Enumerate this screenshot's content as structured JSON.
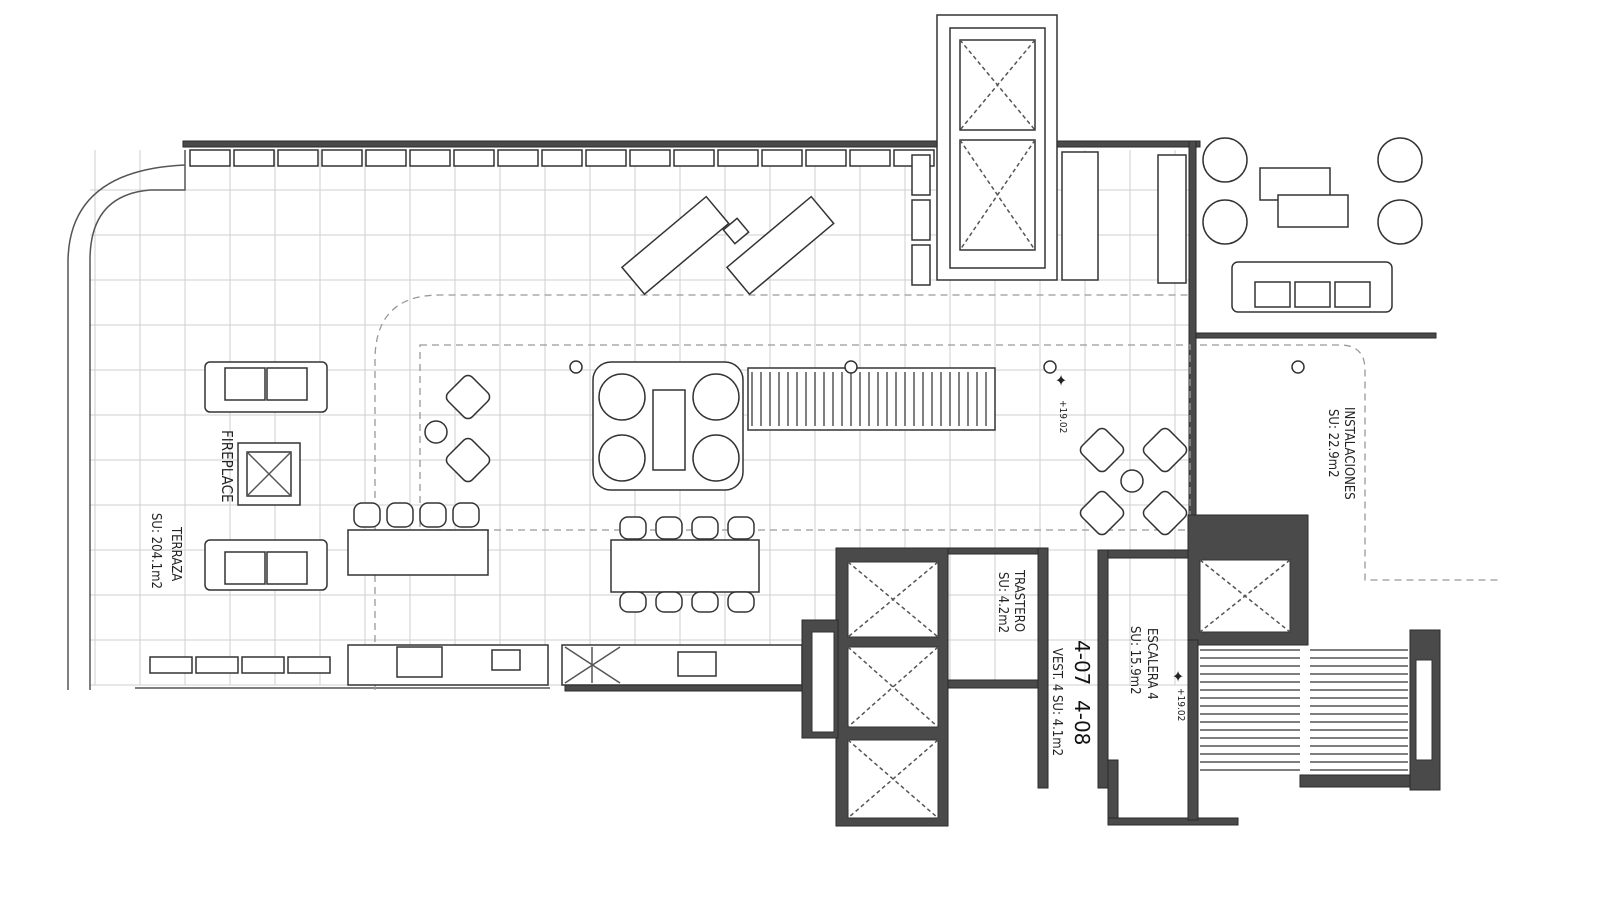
{
  "rooms": {
    "terraza": {
      "name": "TERRAZA",
      "area": "SU: 204.1m2"
    },
    "fireplace": {
      "name": "FIREPLACE"
    },
    "instalaciones": {
      "name": "INSTALACIONES",
      "area": "SU: 22.9m2"
    },
    "trastero": {
      "name": "TRASTERO",
      "area": "SU: 4.2m2"
    },
    "vestibulo": {
      "name": "VEST. 4 SU: 4.1m2"
    },
    "escalera": {
      "name": "ESCALERA 4",
      "area": "SU: 15.9m2"
    }
  },
  "unit_labels": {
    "a": "4-07",
    "b": "4-08"
  },
  "levels": {
    "level_1": "+19.02",
    "level_2": "+19.02"
  }
}
